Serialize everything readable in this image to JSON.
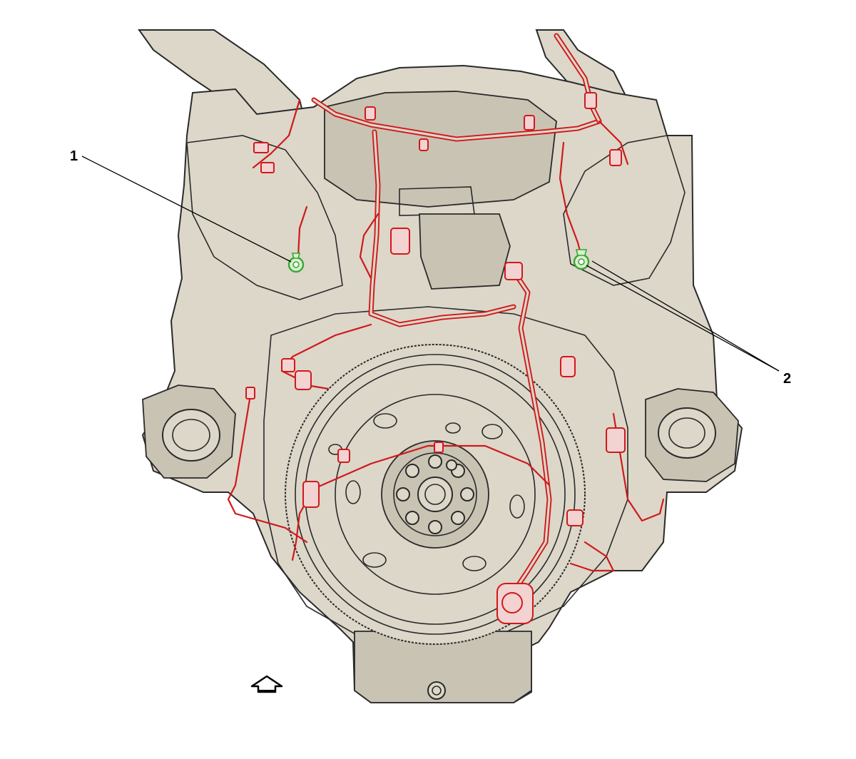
{
  "callouts": [
    {
      "id": "1",
      "label": "1"
    },
    {
      "id": "2",
      "label": "2"
    }
  ],
  "colors": {
    "engine_fill": "#dcd7c9",
    "engine_outline": "#2a2a2a",
    "harness": "#d0191b",
    "ground_terminal": "#39a535",
    "background": "#ffffff"
  },
  "icons": {
    "view_direction": "front-arrow-icon"
  }
}
